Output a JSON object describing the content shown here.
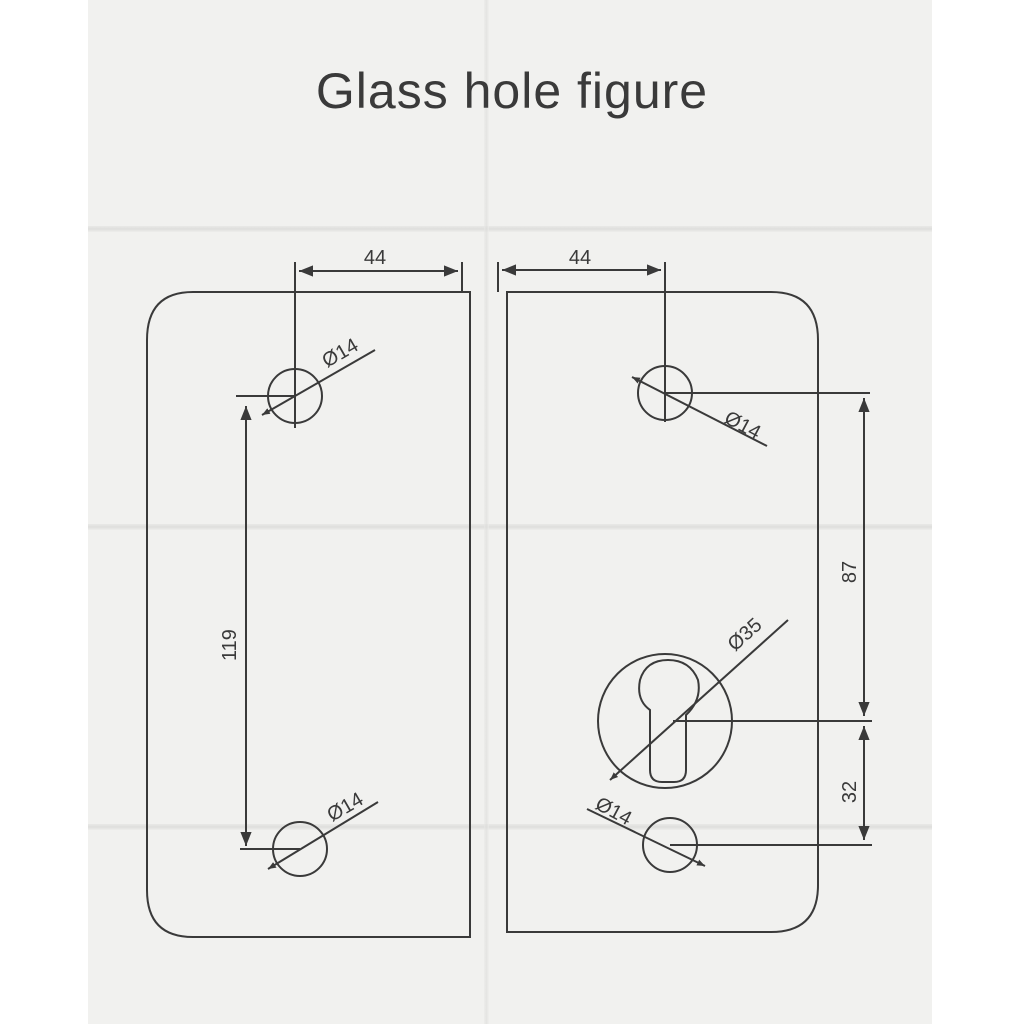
{
  "title": "Glass hole figure",
  "colors": {
    "paper": "#f1f1ef",
    "ink": "#3a3a3a",
    "margin": "#ffffff"
  },
  "left_panel": {
    "dim_top_width": "44",
    "hole_top_diameter": "Ø14",
    "hole_bottom_diameter": "Ø14",
    "vertical_spacing": "119"
  },
  "right_panel": {
    "dim_top_width": "44",
    "hole_top_diameter": "Ø14",
    "lock_diameter": "Ø35",
    "hole_bottom_diameter": "Ø14",
    "vertical_spacing_upper": "87",
    "vertical_spacing_lower": "32"
  }
}
